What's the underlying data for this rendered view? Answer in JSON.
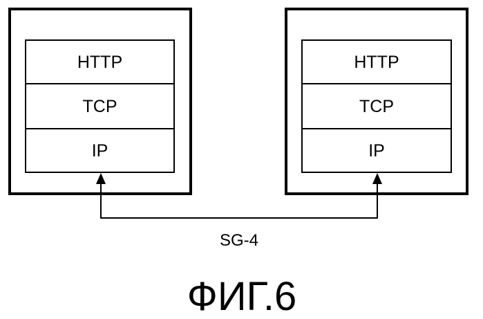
{
  "left_stack": {
    "layers": [
      "HTTP",
      "TCP",
      "IP"
    ]
  },
  "right_stack": {
    "layers": [
      "HTTP",
      "TCP",
      "IP"
    ]
  },
  "link": {
    "label": "SG-4"
  },
  "figure": {
    "caption": "ФИГ.6"
  },
  "colors": {
    "stroke": "#000000",
    "background": "#ffffff"
  }
}
